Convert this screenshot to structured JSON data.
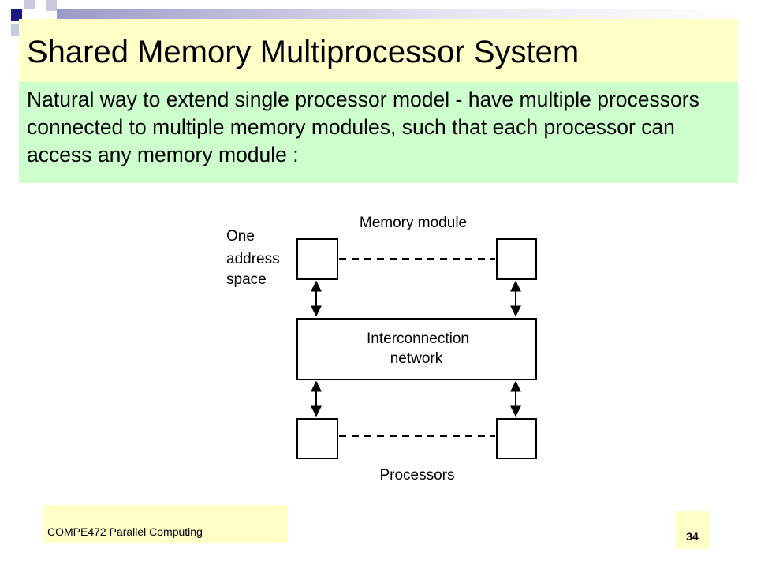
{
  "slide": {
    "title": "Shared Memory Multiprocessor System",
    "body": "Natural way to extend single processor model - have multiple processors connected to multiple memory modules, such that each processor can access any memory module :"
  },
  "diagram": {
    "memory_label": "Memory module",
    "address_space_label": [
      "One",
      "address",
      "space"
    ],
    "network_label": [
      "Interconnection",
      "network"
    ],
    "processors_label": "Processors"
  },
  "footer": {
    "course": "COMPE472 Parallel Computing",
    "page_number": "34"
  },
  "colors": {
    "title_bg": "#ffffc8",
    "body_bg": "#ccffcc",
    "deco_dark": "#1a1a80",
    "deco_light": "#b8b8d8"
  }
}
